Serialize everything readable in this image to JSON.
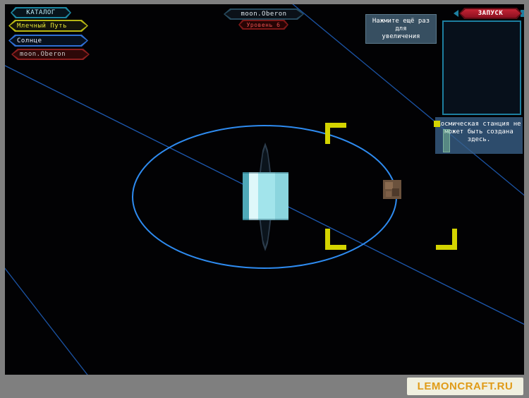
{
  "catalog": {
    "label": "КАТАЛОГ"
  },
  "navigation": {
    "galaxy": "Млечный Путь",
    "star": "Солнце",
    "selected_body": "moon.Oberon"
  },
  "selection_header": {
    "name": "moon.Oberon",
    "level": "Уровень 6"
  },
  "zoom_hint": {
    "line1": "Нажмите ещё раз для",
    "line2": "увеличения"
  },
  "launch_button": {
    "label": "ЗАПУСК"
  },
  "warning": {
    "line1": "Космическая станция не",
    "line2": "может быть создана",
    "line3": "здесь."
  },
  "watermark": {
    "label": "LEMONCRAFT.RU"
  },
  "icons": {
    "warning_marker": "yellow-square-icon",
    "station_preview": "green-strip-indicator"
  },
  "colors": {
    "orbit_ellipse": "#2e8bf0",
    "trajectory_line": "#2268cc",
    "bracket_yellow": "#d4d400",
    "launch_red": "#c02434",
    "panel_teal": "#1d7fa0",
    "accent_cyan": "#bfeef8",
    "galaxy_yellow": "#e8e838",
    "level_red": "#e85050",
    "watermark_orange": "#e09b18",
    "frame_gray": "#7f7f7f"
  }
}
